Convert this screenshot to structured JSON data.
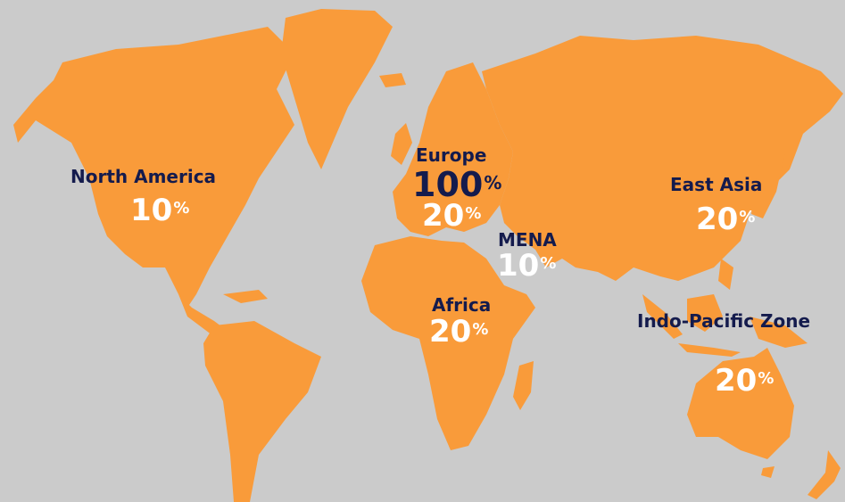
{
  "colors": {
    "background": "#cbcbcb",
    "land": "#f99b3a",
    "region_label": "#141b4d",
    "percent_label": "#ffffff"
  },
  "regions": {
    "north_america": {
      "name": "North America",
      "value": "10",
      "unit": "%"
    },
    "europe": {
      "name": "Europe",
      "value": "20",
      "unit": "%",
      "headline_value": "100",
      "headline_unit": "%"
    },
    "mena": {
      "name": "MENA",
      "value": "10",
      "unit": "%"
    },
    "africa": {
      "name": "Africa",
      "value": "20",
      "unit": "%"
    },
    "east_asia": {
      "name": "East Asia",
      "value": "20",
      "unit": "%"
    },
    "indo_pacific": {
      "name": "Indo-Pacific Zone",
      "value": "20",
      "unit": "%"
    }
  }
}
